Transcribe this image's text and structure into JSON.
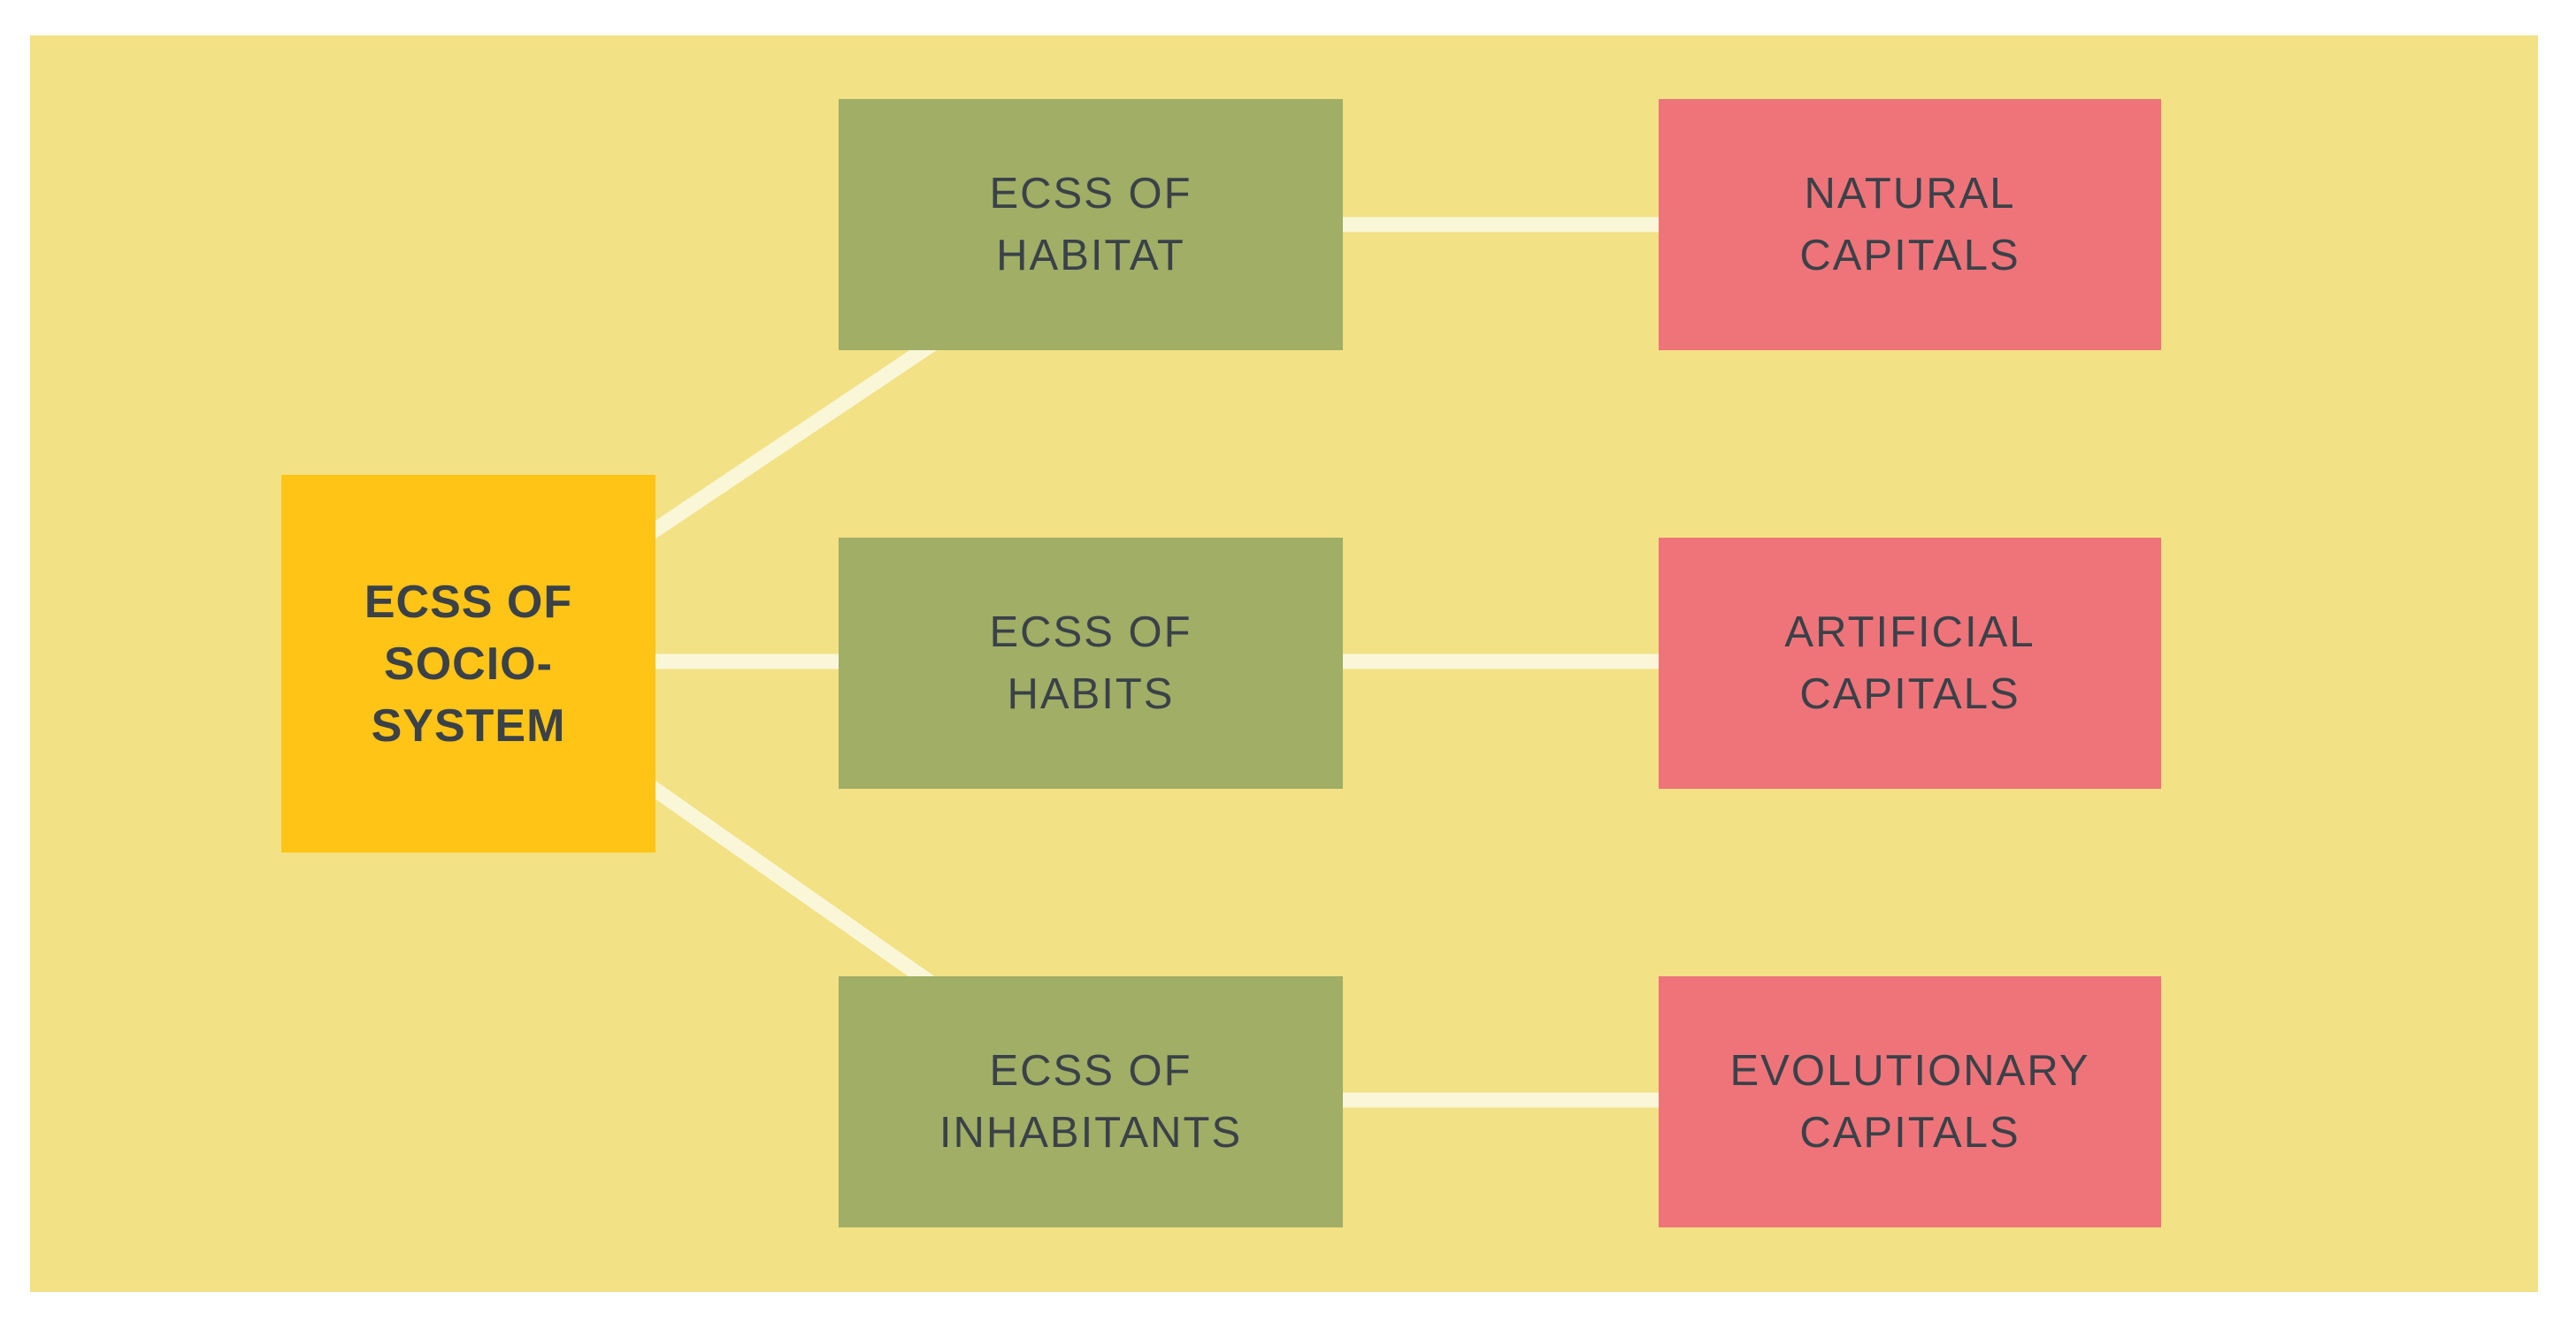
{
  "colors": {
    "page": "#ffffff",
    "background": "#f2e185",
    "root_box": "#ffc415",
    "middle_box": "#a0ae66",
    "right_box": "#ee747a",
    "connector": "#faf7d8",
    "text": "#3a4148"
  },
  "diagram": {
    "root": {
      "lines": [
        "ECSS OF",
        "SOCIO-",
        "SYSTEM"
      ]
    },
    "middle": [
      {
        "lines": [
          "ECSS OF",
          "HABITAT"
        ]
      },
      {
        "lines": [
          "ECSS OF",
          "HABITS"
        ]
      },
      {
        "lines": [
          "ECSS OF",
          "INHABITANTS"
        ]
      }
    ],
    "right": [
      {
        "lines": [
          "NATURAL",
          "CAPITALS"
        ]
      },
      {
        "lines": [
          "ARTIFICIAL",
          "CAPITALS"
        ]
      },
      {
        "lines": [
          "EVOLUTIONARY",
          "CAPITALS"
        ]
      }
    ]
  }
}
